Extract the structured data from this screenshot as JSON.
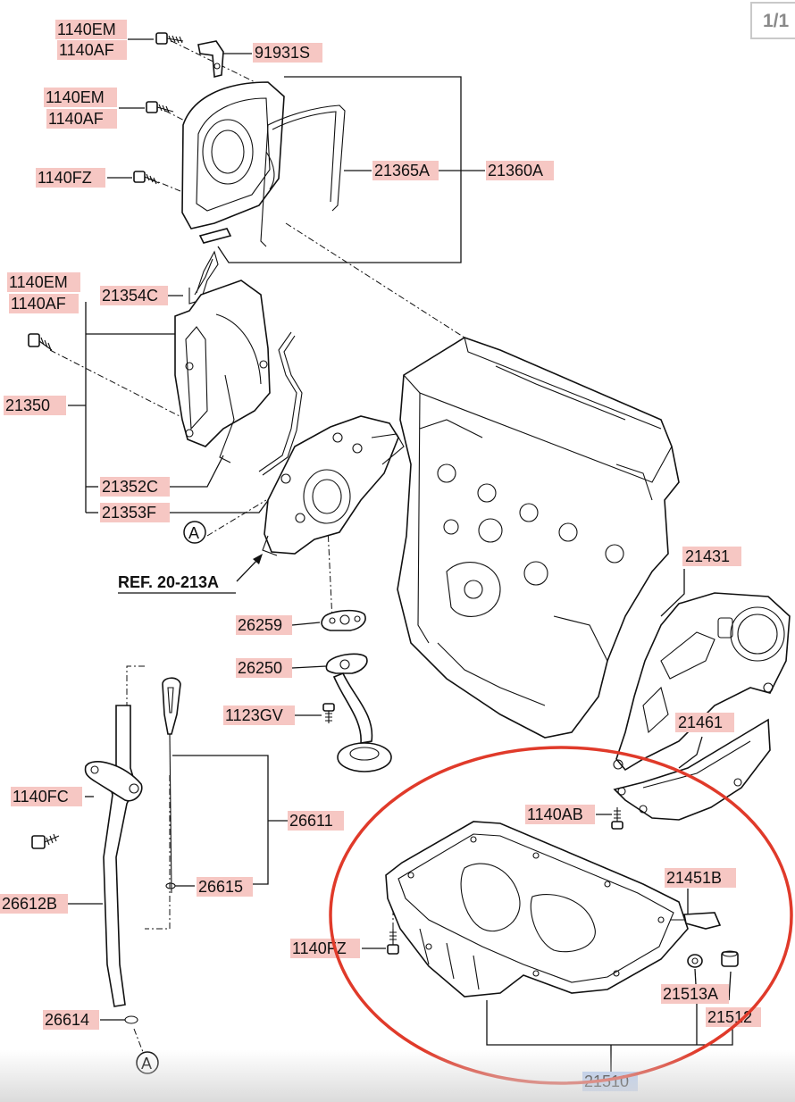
{
  "page_indicator": "1/1",
  "ref_label": "REF. 20-213A",
  "callout_a": "A",
  "labels": {
    "l1140em_top": "1140EM",
    "l1140af_top": "1140AF",
    "l91931s": "91931S",
    "l1140em_2": "1140EM",
    "l1140af_2": "1140AF",
    "l1140fz_top": "1140FZ",
    "l21365a": "21365A",
    "l21360a": "21360A",
    "l1140em_3": "1140EM",
    "l1140af_3": "1140AF",
    "l21354c": "21354C",
    "l21350": "21350",
    "l21352c": "21352C",
    "l21353f": "21353F",
    "l21431": "21431",
    "l21461": "21461",
    "l26259": "26259",
    "l26250": "26250",
    "l1123gv": "1123GV",
    "l26611": "26611",
    "l1140fc": "1140FC",
    "l26615": "26615",
    "l26612b": "26612B",
    "l1140ab": "1140AB",
    "l21451b": "21451B",
    "l1140fz_bot": "1140FZ",
    "l21513a": "21513A",
    "l21512": "21512",
    "l26614": "26614",
    "l21510": "21510"
  },
  "colors": {
    "label_highlight": "#f6c7c3",
    "selected_highlight": "#b9cff4",
    "annotation_circle": "#e03a2a"
  }
}
